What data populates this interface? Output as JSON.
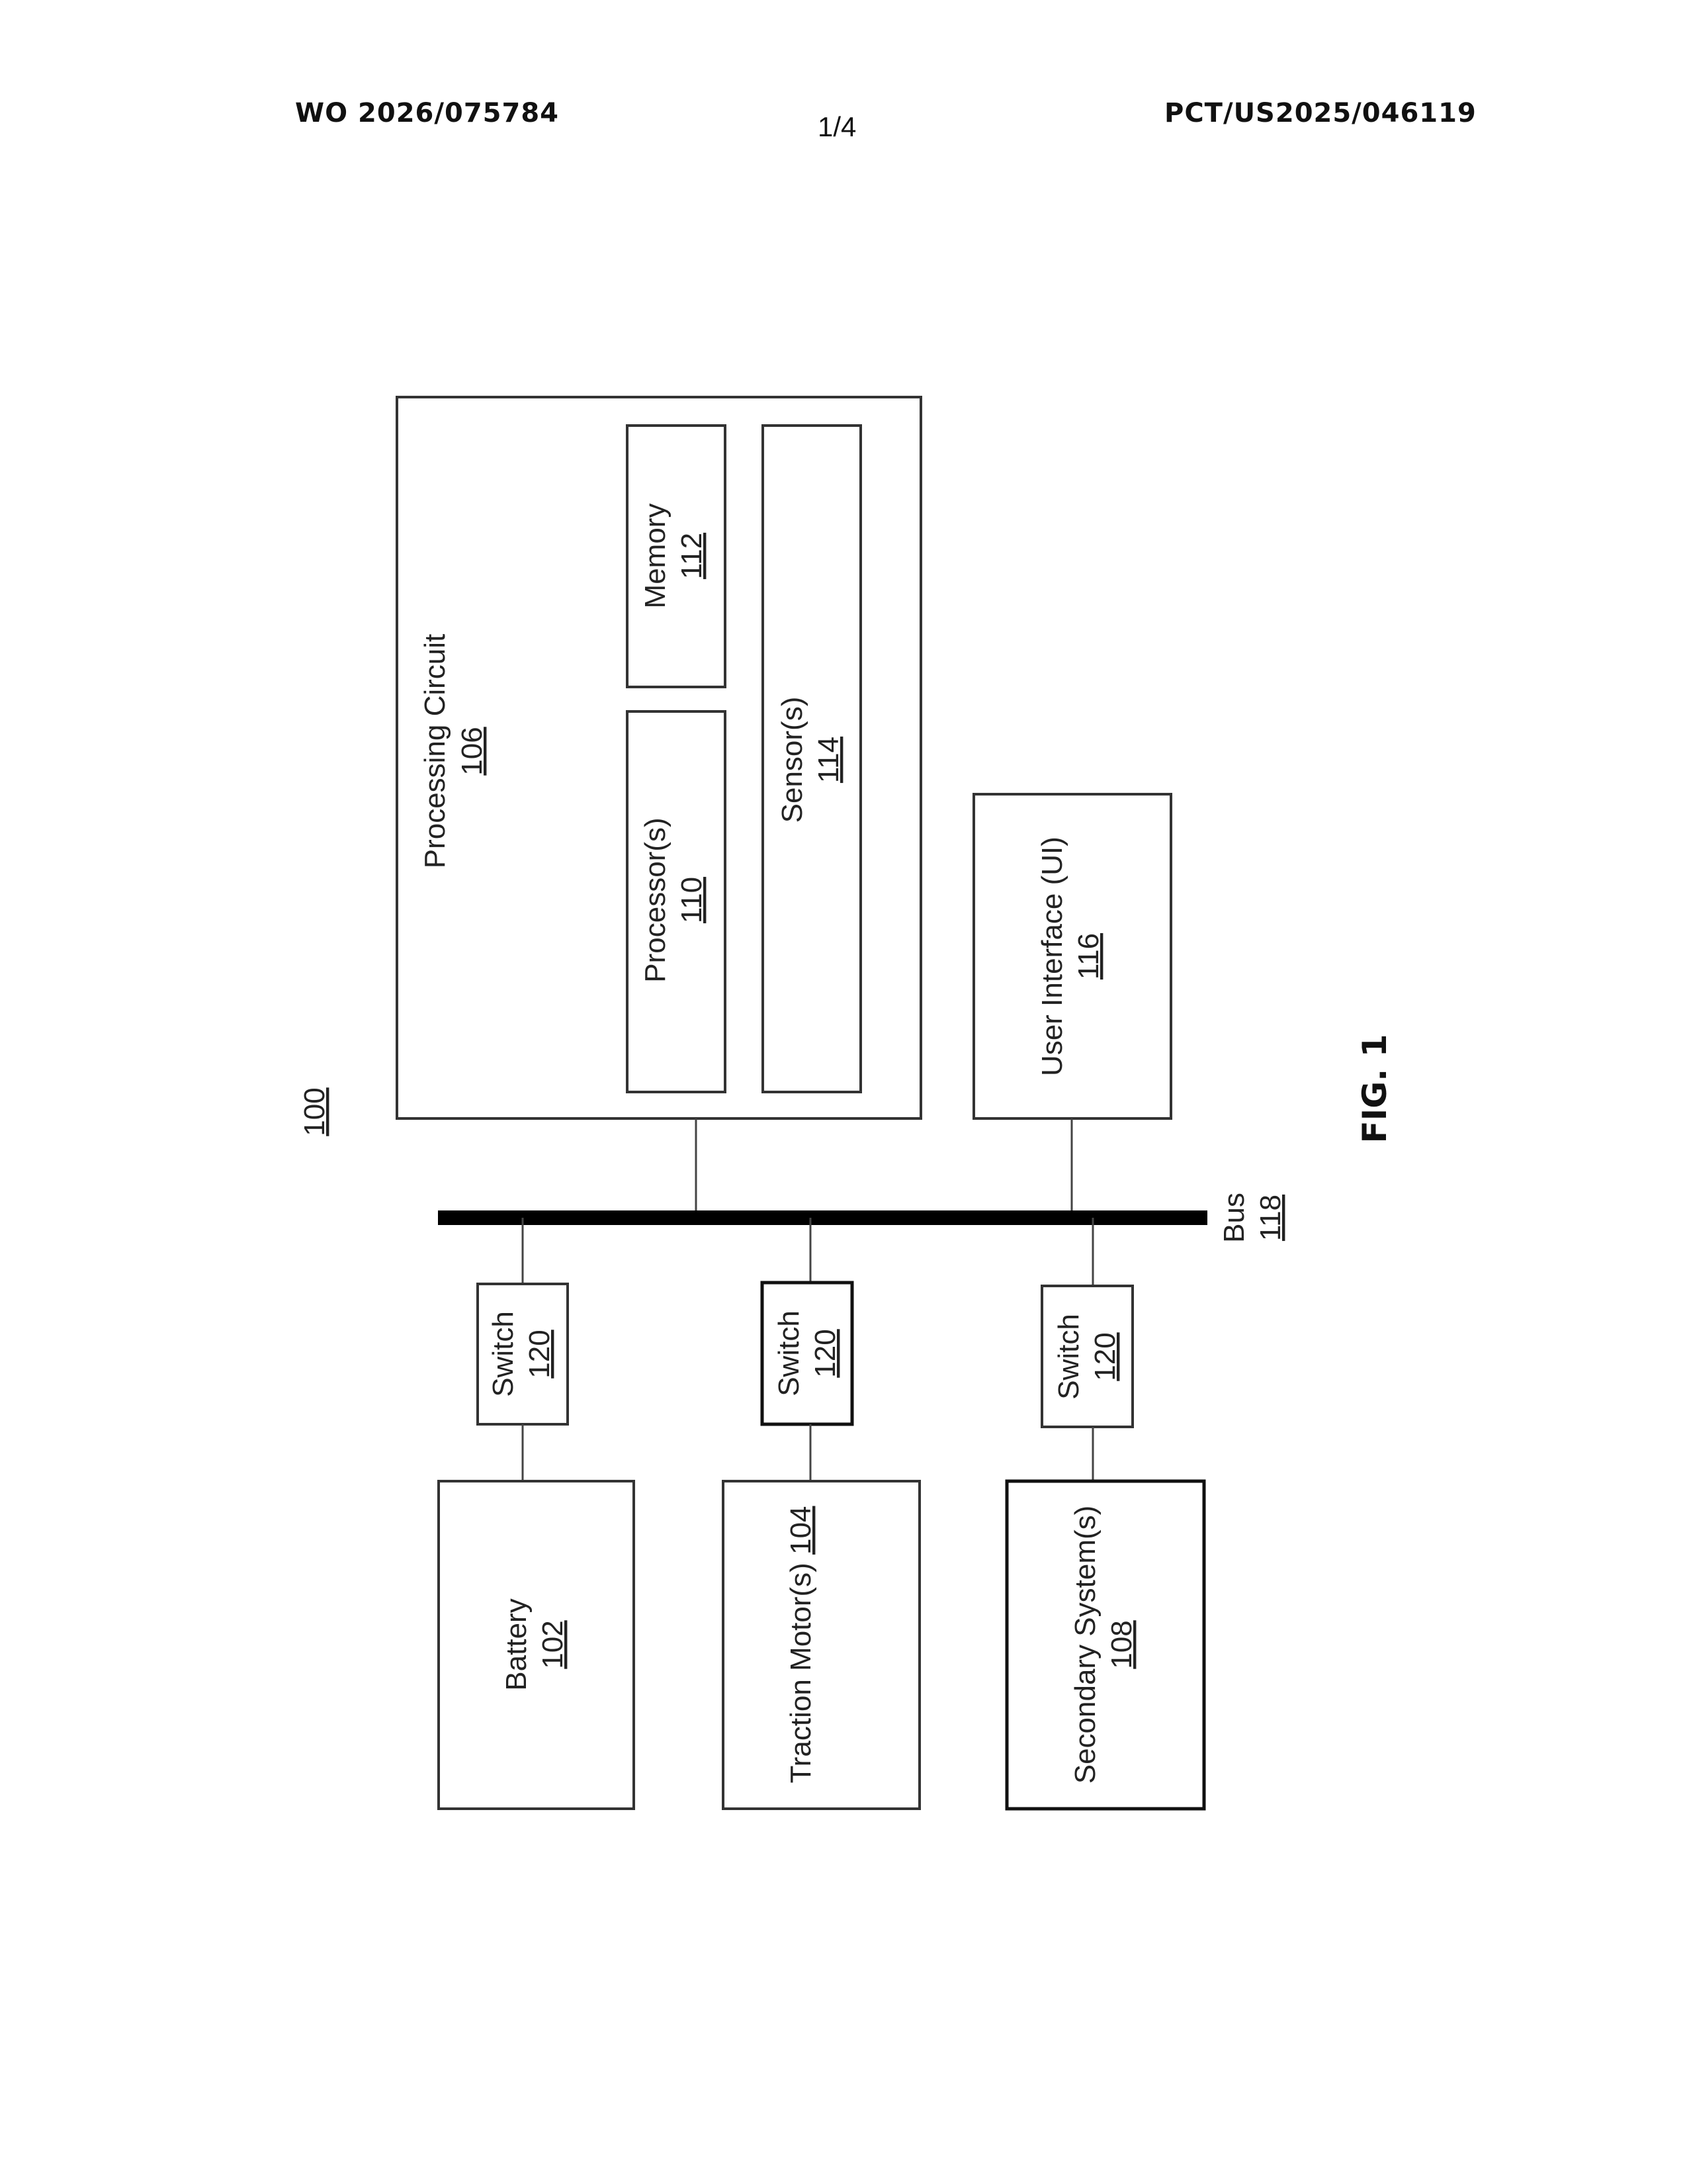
{
  "header": {
    "left": "WO 2026/075784",
    "page": "1/4",
    "right": "PCT/US2025/046119"
  },
  "diagram": {
    "ref_number": "100",
    "figure_label": "FIG. 1",
    "processing_circuit": {
      "label": "Processing Circuit",
      "num": "106"
    },
    "processor": {
      "label": "Processor(s)",
      "num": "110"
    },
    "memory": {
      "label": "Memory",
      "num": "112"
    },
    "sensor": {
      "label": "Sensor(s)",
      "num": "114"
    },
    "user_interface": {
      "label": "User Interface (UI)",
      "num": "116"
    },
    "bus": {
      "label": "Bus",
      "num": "118"
    },
    "switch": {
      "label": "Switch",
      "num": "120"
    },
    "battery": {
      "label": "Battery",
      "num": "102"
    },
    "traction_motor": {
      "label": "Traction Motor(s)",
      "num": "104"
    },
    "secondary_system": {
      "label": "Secondary System(s)",
      "num": "108"
    }
  }
}
